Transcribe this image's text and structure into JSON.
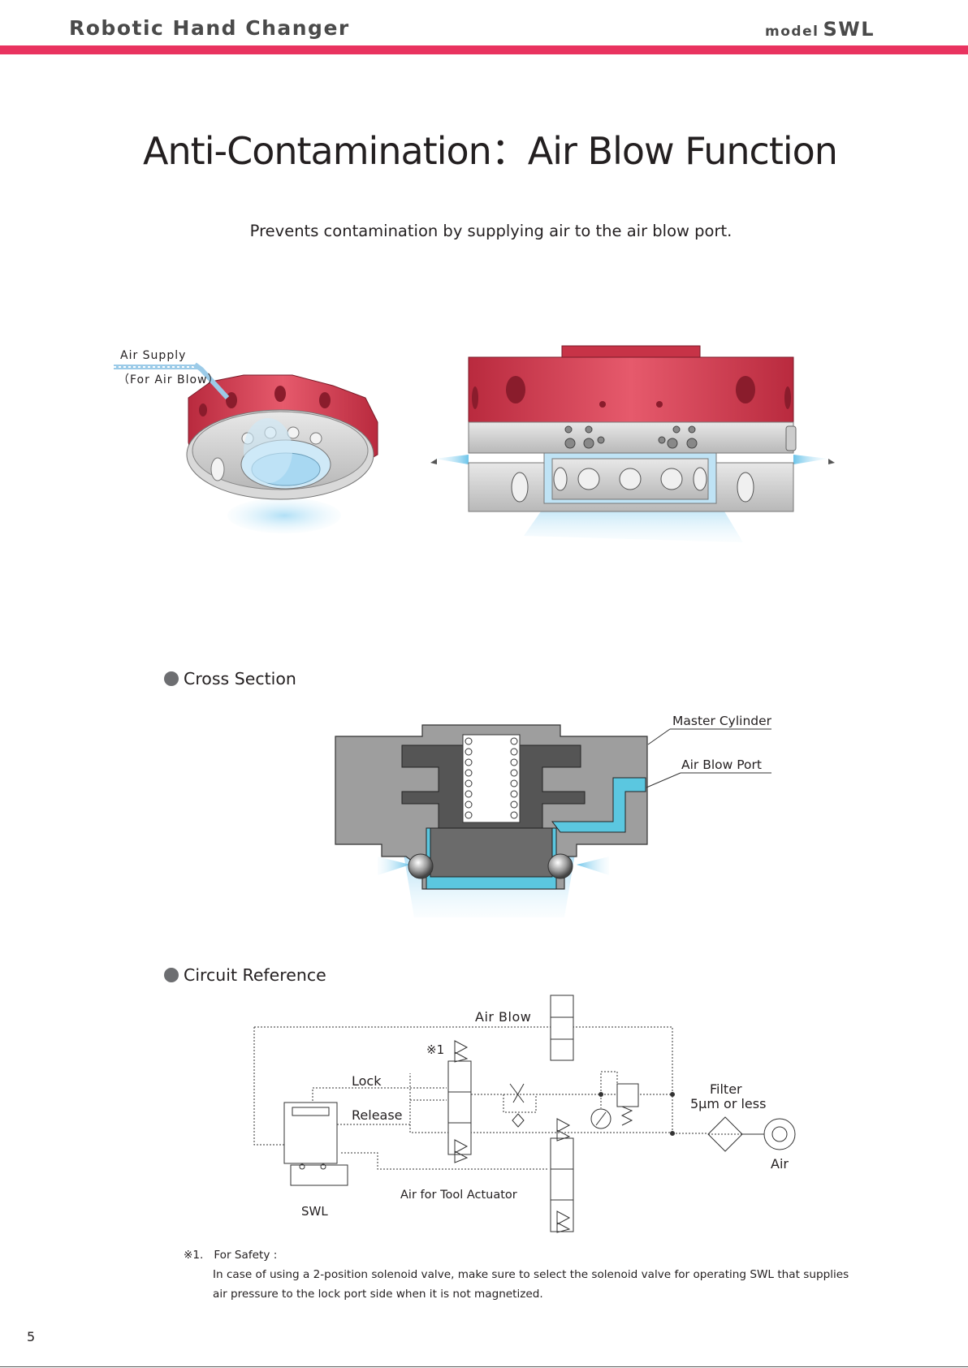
{
  "header": {
    "title": "Robotic Hand Changer",
    "model_prefix": "model",
    "model_name": "SWL"
  },
  "main_title": "Anti-Contamination：Air Blow Function",
  "subtitle": "Prevents contamination by supplying air to the air blow port.",
  "illustration": {
    "air_supply_label": "Air Supply",
    "air_supply_sub": "（For Air Blow）"
  },
  "cross_section": {
    "heading": "Cross Section",
    "master_cylinder": "Master Cylinder",
    "air_blow_port": "Air Blow Port"
  },
  "circuit": {
    "heading": "Circuit Reference",
    "air_blow": "Air Blow",
    "note_mark": "※1",
    "lock": "Lock",
    "release": "Release",
    "filter": "Filter",
    "filter_spec": "5μm or less",
    "air": "Air",
    "air_tool": "Air for Tool Actuator",
    "swl": "SWL"
  },
  "footnote": {
    "label": "※1.   For Safety :",
    "line1": "In case of using a 2-position solenoid valve, make sure to select the solenoid valve for operating SWL that supplies",
    "line2": "air pressure to the lock port side when it is not magnetized."
  },
  "page_number": "5",
  "colors": {
    "accent": "#e9335f",
    "product_red": "#d63a4f",
    "air_blue": "#5bc7e0"
  }
}
